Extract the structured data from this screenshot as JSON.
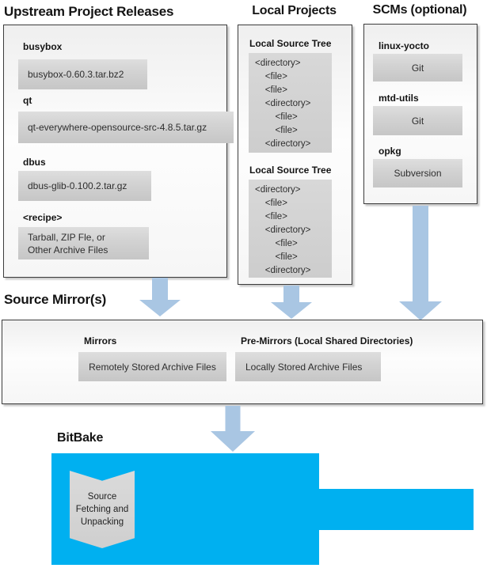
{
  "upstream": {
    "title": "Upstream Project Releases",
    "items": [
      {
        "label": "busybox",
        "value": "busybox-0.60.3.tar.bz2"
      },
      {
        "label": "qt",
        "value": "qt-everywhere-opensource-src-4.8.5.tar.gz"
      },
      {
        "label": "dbus",
        "value": "dbus-glib-0.100.2.tar.gz"
      },
      {
        "label": "<recipe>",
        "value": "Tarball, ZIP Fle, or\nOther Archive Files"
      }
    ]
  },
  "local_projects": {
    "title": "Local Projects",
    "trees": [
      {
        "label": "Local Source Tree",
        "listing": "<directory>\n    <file>\n    <file>\n    <directory>\n        <file>\n        <file>\n    <directory>"
      },
      {
        "label": "Local Source Tree",
        "listing": "<directory>\n    <file>\n    <file>\n    <directory>\n        <file>\n        <file>\n    <directory>"
      }
    ]
  },
  "scms": {
    "title": "SCMs (optional)",
    "items": [
      {
        "label": "linux-yocto",
        "value": "Git"
      },
      {
        "label": "mtd-utils",
        "value": "Git"
      },
      {
        "label": "opkg",
        "value": "Subversion"
      }
    ]
  },
  "source_mirrors": {
    "title": "Source Mirror(s)",
    "mirrors": {
      "label": "Mirrors",
      "value": "Remotely Stored Archive Files"
    },
    "premirrors": {
      "label": "Pre-Mirrors (Local Shared Directories)",
      "value": "Locally Stored Archive Files"
    }
  },
  "bitbake": {
    "title": "BitBake",
    "process": "Source\nFetching and\nUnpacking"
  },
  "colors": {
    "bitbake_cyan": "#00b0f0",
    "arrow_blue": "#a9c6e3",
    "panel_border": "#3c3c3c"
  }
}
